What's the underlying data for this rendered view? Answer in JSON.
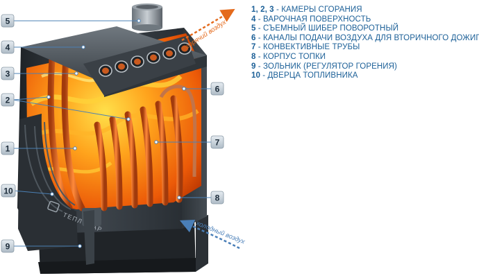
{
  "legend": [
    {
      "num": "1, 2, 3",
      "text": " - КАМЕРЫ СГОРАНИЯ"
    },
    {
      "num": "4",
      "text": " - ВАРОЧНАЯ ПОВЕРХНОСТЬ"
    },
    {
      "num": "5",
      "text": " - СЪЕМНЫЙ ШИБЕР ПОВОРОТНЫЙ"
    },
    {
      "num": "6",
      "text": " - КАНАЛЫ ПОДАЧИ ВОЗДУХА ДЛЯ ВТОРИЧНОГО ДОЖИГА"
    },
    {
      "num": "7",
      "text": " - КОНВЕКТИВНЫЕ ТРУБЫ"
    },
    {
      "num": "8",
      "text": " - КОРПУС ТОПКИ"
    },
    {
      "num": "9",
      "text": " - ЗОЛЬНИК (РЕГУЛЯТОР ГОРЕНИЯ)"
    },
    {
      "num": "10",
      "text": " - ДВЕРЦА ТОПЛИВНИКА"
    }
  ],
  "callouts": {
    "c5": "5",
    "c4": "4",
    "c3": "3",
    "c2": "2",
    "c1": "1",
    "c10": "10",
    "c9": "9",
    "c6": "6",
    "c7": "7",
    "c8": "8"
  },
  "air": {
    "hot": "горячий воздух",
    "cold": "холодный воздух"
  },
  "brand": "ТЕПЛОДАР",
  "colors": {
    "label_text": "#1b5f97",
    "body": "#2f353b",
    "flame": "#f07a10",
    "hot_air": "#e46a1c",
    "cold_air": "#4a7fb8",
    "callout_fill": "#c9d4dd"
  }
}
